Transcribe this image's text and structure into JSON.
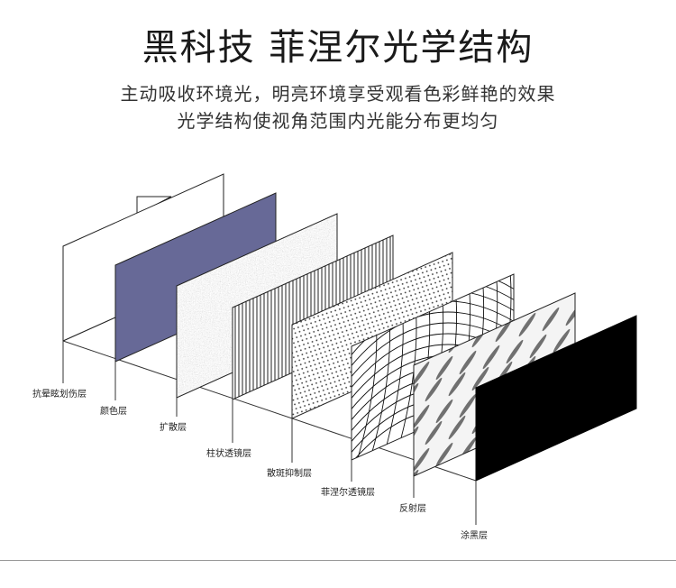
{
  "header": {
    "title": "黑科技  菲涅尔光学结构",
    "subtitle_line1": "主动吸收环境光，明亮环境享受观看色彩鲜艳的效果",
    "subtitle_line2": "光学结构使视角范围内光能分布更均匀"
  },
  "layers": [
    {
      "label": "抗晕眩划伤层",
      "pattern": "plain-white"
    },
    {
      "label": "颜色层",
      "pattern": "solid-color",
      "color": "#676997"
    },
    {
      "label": "扩散层",
      "pattern": "speckle"
    },
    {
      "label": "柱状透镜层",
      "pattern": "vertical-lines"
    },
    {
      "label": "散斑抑制层",
      "pattern": "dot-grid"
    },
    {
      "label": "菲涅尔透镜层",
      "pattern": "crossing-arcs"
    },
    {
      "label": "反射层",
      "pattern": "diagonal-streaks"
    },
    {
      "label": "涂黑层",
      "pattern": "solid-color",
      "color": "#000000"
    }
  ]
}
